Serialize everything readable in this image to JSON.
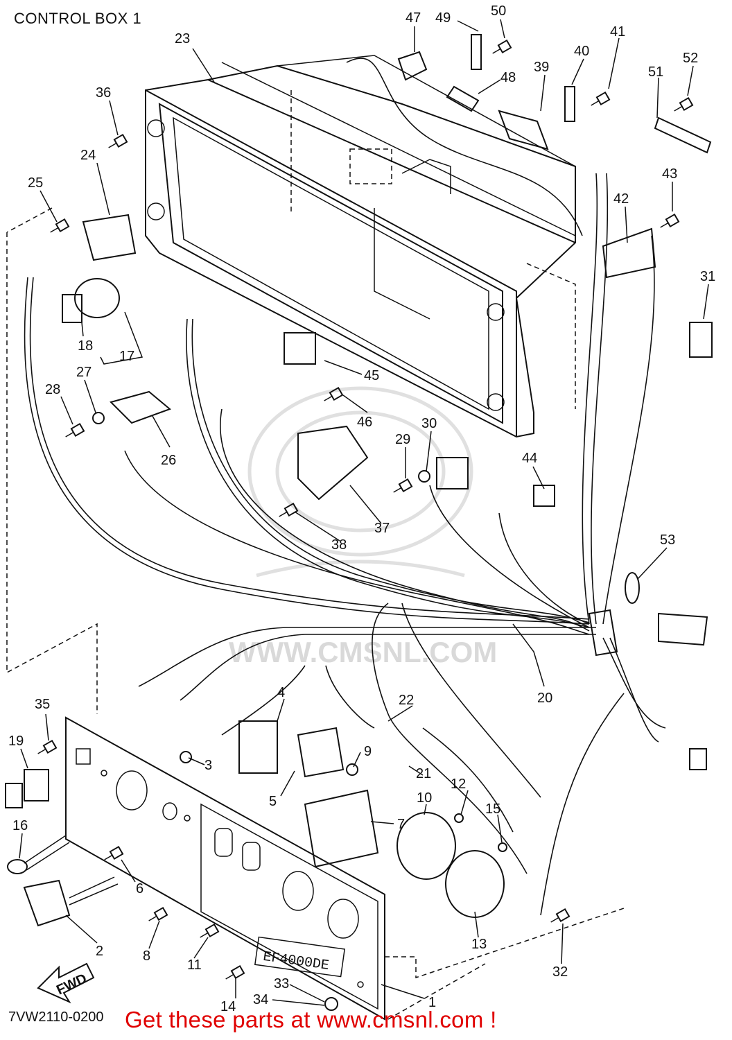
{
  "header": {
    "title": "CONTROL BOX 1"
  },
  "footer": {
    "diagram_code": "7VW2110-0200",
    "promo": "Get these parts at www.cmsnl.com !"
  },
  "watermark": {
    "text": "WWW.CMSNL.COM"
  },
  "direction_arrow": {
    "label": "FWD"
  },
  "panel_label": {
    "model": "EF4000DE"
  },
  "callouts": [
    "47",
    "49",
    "50",
    "41",
    "52",
    "23",
    "40",
    "39",
    "51",
    "48",
    "36",
    "24",
    "43",
    "25",
    "42",
    "31",
    "18",
    "17",
    "45",
    "27",
    "28",
    "46",
    "26",
    "30",
    "29",
    "44",
    "37",
    "38",
    "53",
    "20",
    "35",
    "4",
    "22",
    "19",
    "3",
    "9",
    "21",
    "10",
    "12",
    "15",
    "5",
    "7",
    "16",
    "6",
    "2",
    "8",
    "11",
    "13",
    "32",
    "33",
    "14",
    "34",
    "1"
  ]
}
